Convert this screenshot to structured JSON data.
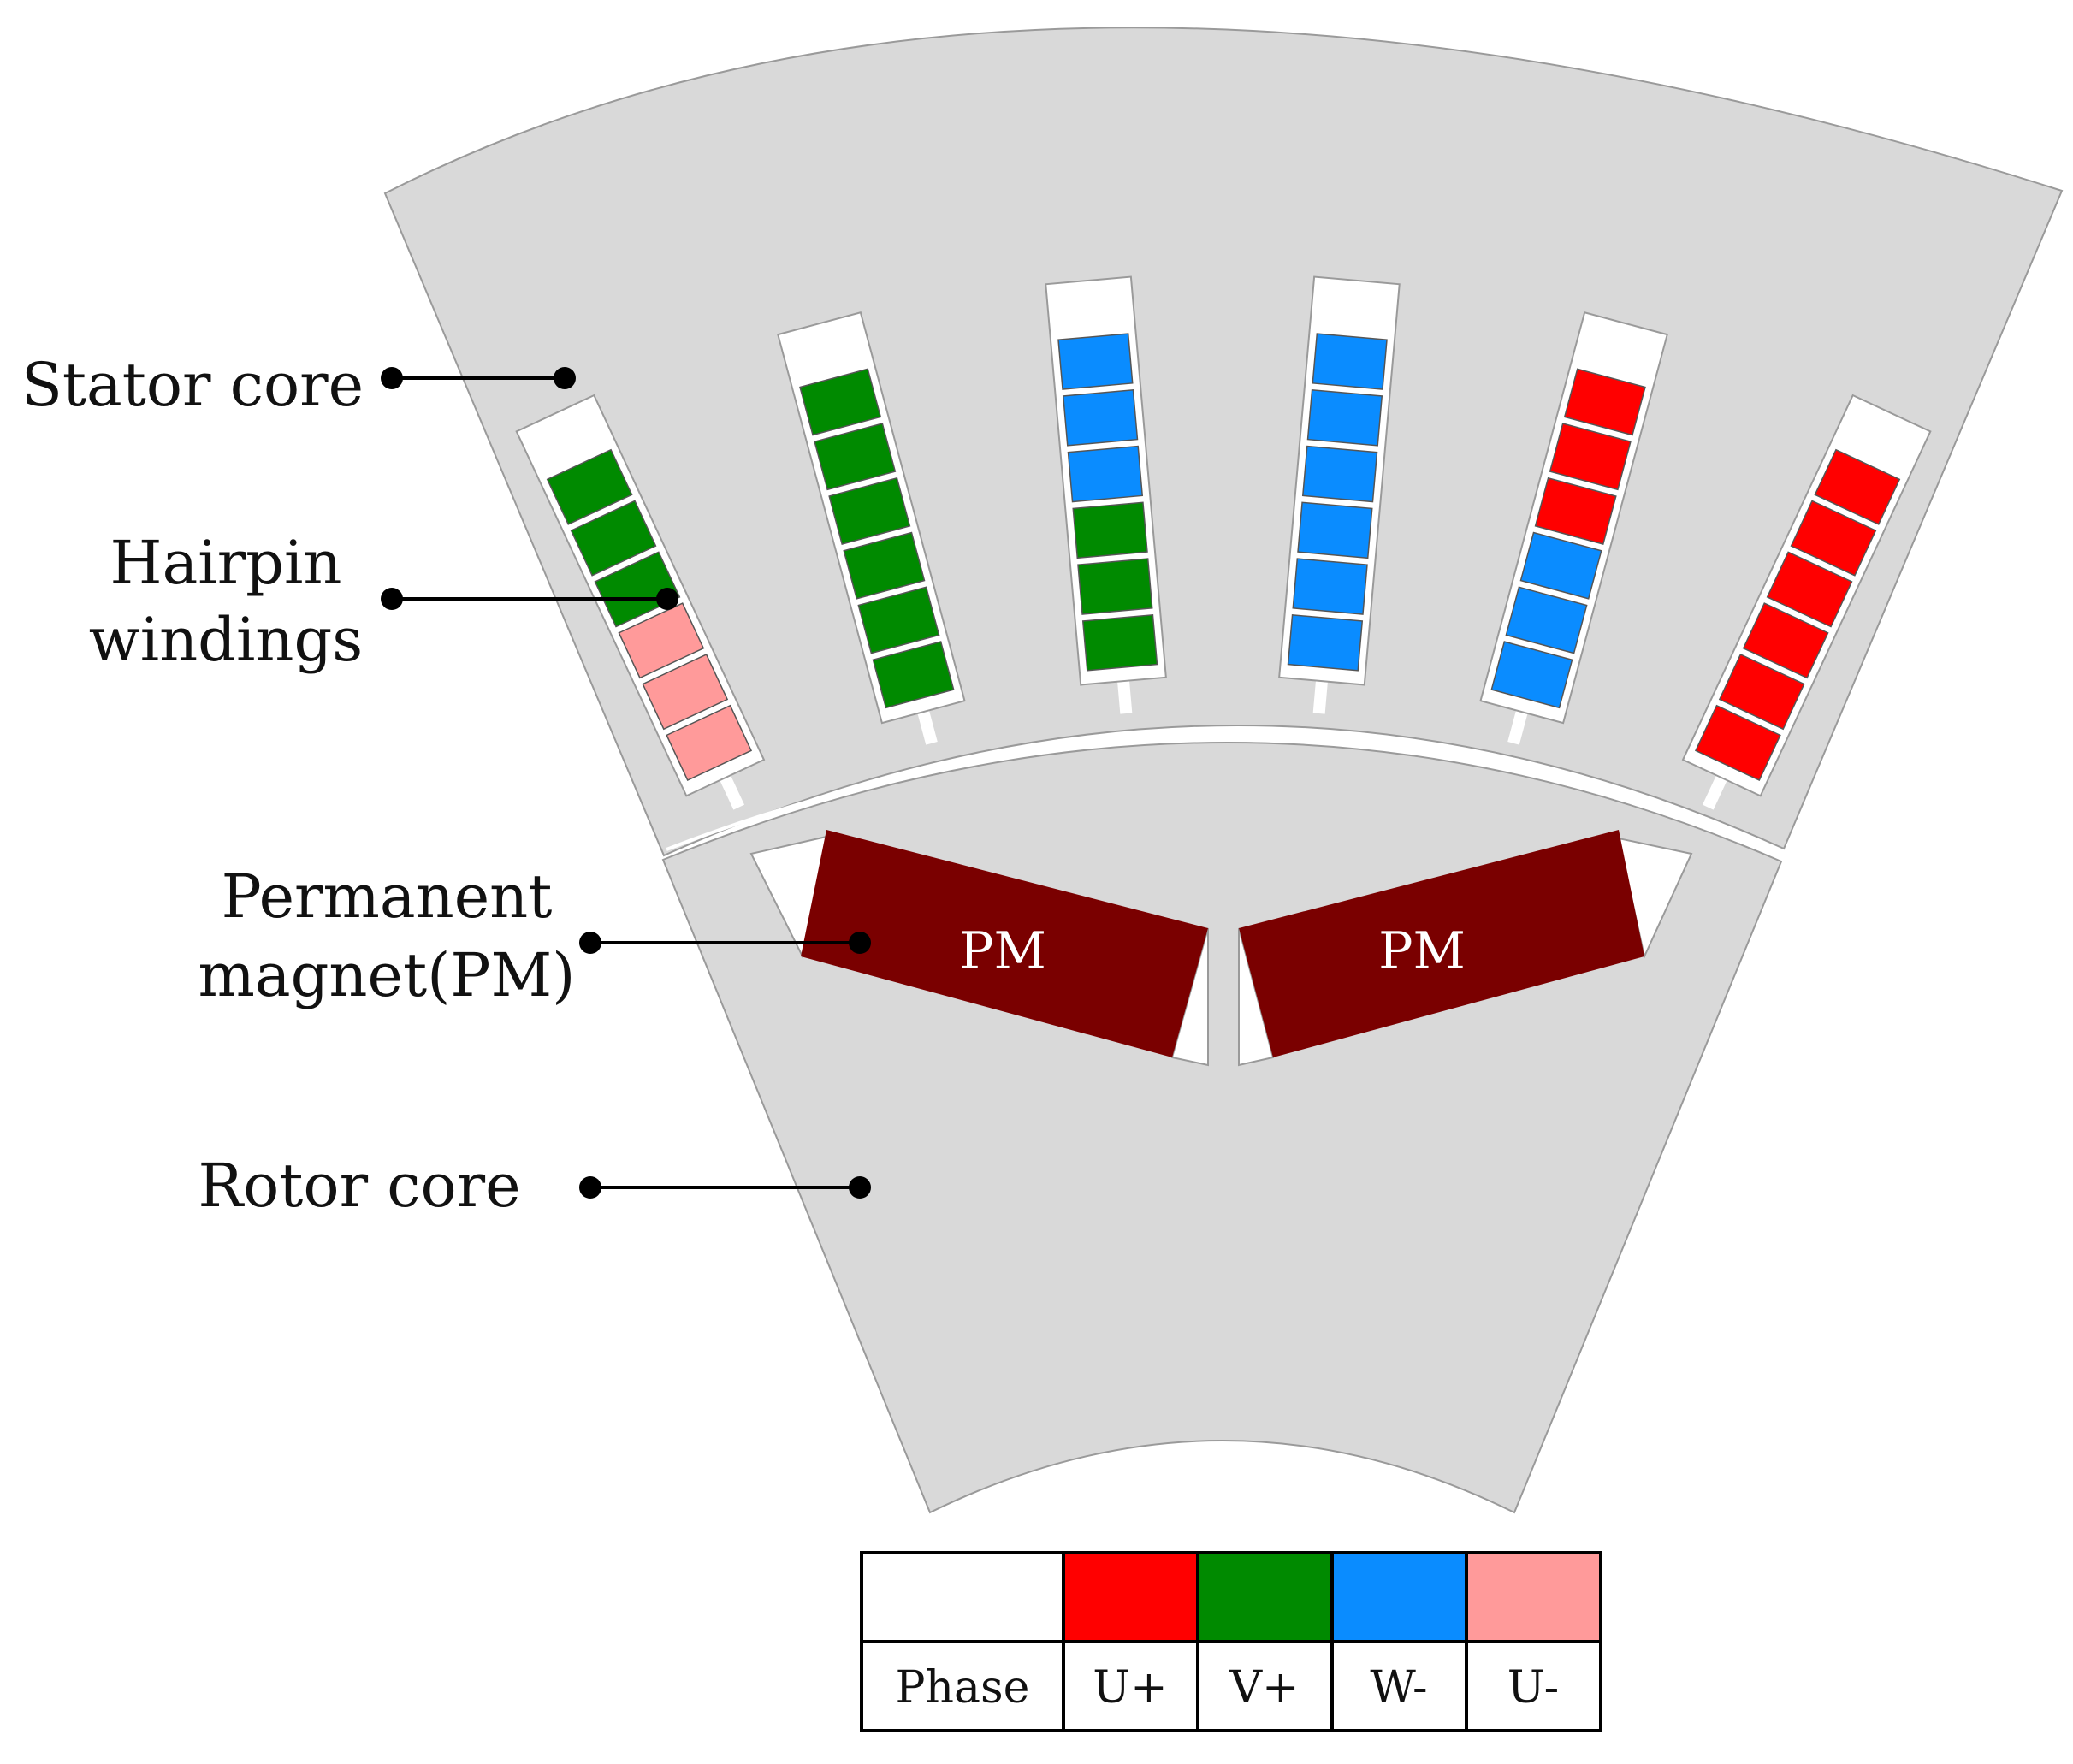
{
  "colors": {
    "core": "#d9d9d9",
    "core_outline": "#9a9a9a",
    "slot": "#ffffff",
    "magnet": "#7a0000",
    "U+": "#ff0000",
    "V+": "#008a00",
    "W-": "#0a8cff",
    "U-": "#ff9a9a",
    "line": "#000000"
  },
  "callouts": {
    "stator": [
      "Stator core"
    ],
    "hairpin": [
      "Hairpin",
      "windings"
    ],
    "pm": [
      "Permanent",
      "magnet(PM)"
    ],
    "rotor": [
      "Rotor core"
    ]
  },
  "magnet_label": "PM",
  "slots": [
    [
      "U-",
      "U-",
      "U-",
      "V+",
      "V+",
      "V+"
    ],
    [
      "V+",
      "V+",
      "V+",
      "V+",
      "V+",
      "V+"
    ],
    [
      "V+",
      "V+",
      "V+",
      "W-",
      "W-",
      "W-"
    ],
    [
      "W-",
      "W-",
      "W-",
      "W-",
      "W-",
      "W-"
    ],
    [
      "W-",
      "W-",
      "W-",
      "U+",
      "U+",
      "U+"
    ],
    [
      "U+",
      "U+",
      "U+",
      "U+",
      "U+",
      "U+"
    ]
  ],
  "legend": {
    "header": "Phase",
    "phases": [
      "U+",
      "V+",
      "W-",
      "U-"
    ]
  }
}
